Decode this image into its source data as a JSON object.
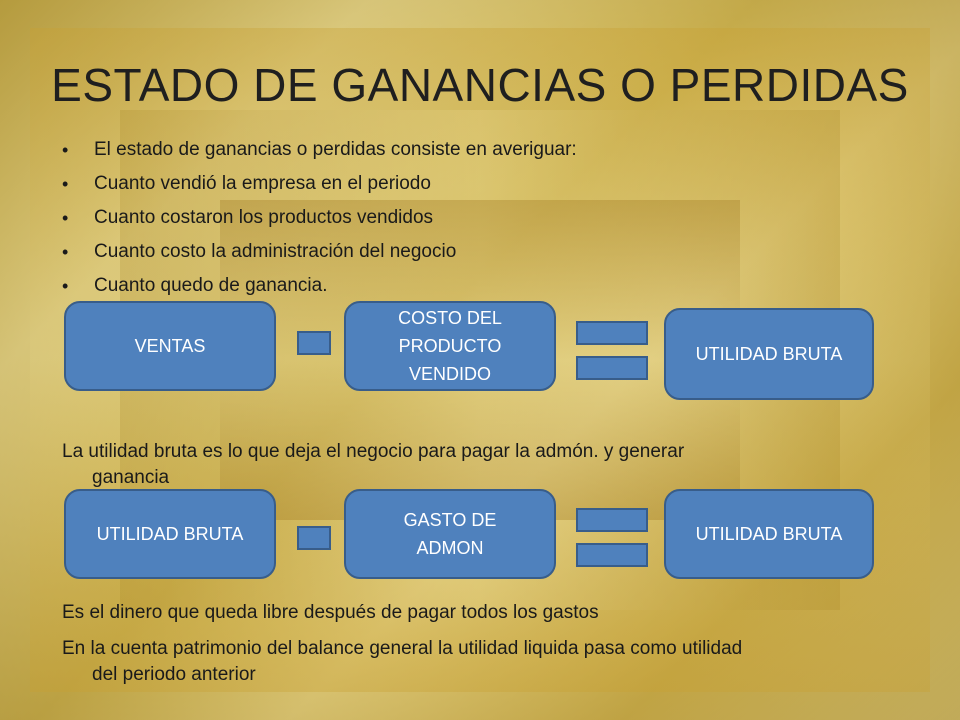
{
  "slide": {
    "title": "ESTADO DE GANANCIAS O PERDIDAS",
    "bullets": [
      "El estado de ganancias o perdidas consiste en averiguar:",
      "Cuanto vendió la empresa en el periodo",
      "Cuanto costaron los productos vendidos",
      "Cuanto costo la administración del negocio",
      "Cuanto quedo de ganancia."
    ],
    "equation1": {
      "term1": "VENTAS",
      "term2_line1": "COSTO DEL",
      "term2_line2": "PRODUCTO",
      "term2_line3": "VENDIDO",
      "result": "UTILIDAD BRUTA"
    },
    "paragraph1_line1": "La utilidad bruta es lo que deja el negocio para pagar la admón. y generar",
    "paragraph1_line2": "ganancia",
    "equation2": {
      "term1": "UTILIDAD BRUTA",
      "term2_line1": "GASTO DE",
      "term2_line2": "ADMON",
      "result": "UTILIDAD BRUTA"
    },
    "paragraph2": "Es el dinero que queda libre después de pagar todos los gastos",
    "paragraph3_line1": "En la cuenta patrimonio del balance general la utilidad liquida pasa como utilidad",
    "paragraph3_line2": "del periodo anterior"
  },
  "colors": {
    "box_fill": "#4f81bd",
    "box_border": "#385d8a",
    "background": "#d9c46a"
  }
}
